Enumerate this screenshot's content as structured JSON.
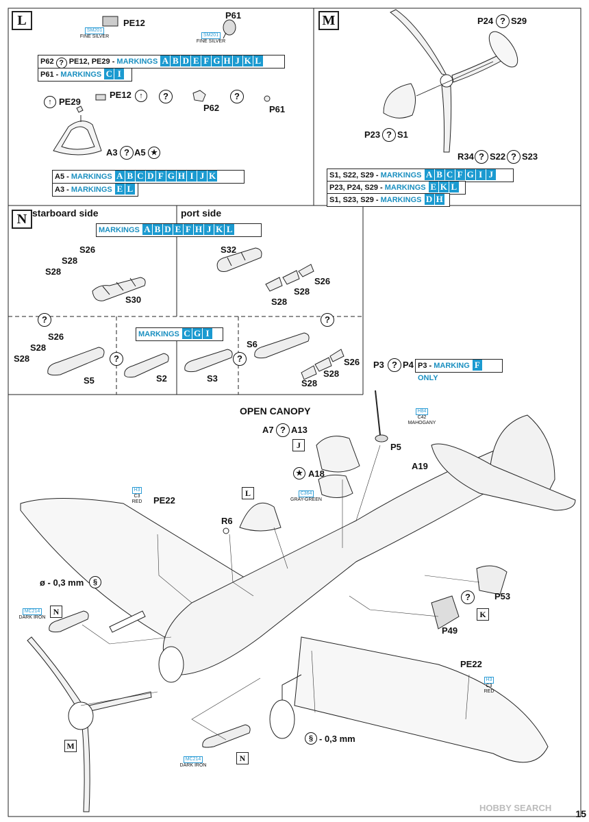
{
  "colors": {
    "accent": "#1b9ad0",
    "line": "#222222"
  },
  "sections": {
    "L": "L",
    "M": "M",
    "N": "N",
    "J": "J",
    "K": "K"
  },
  "paints": {
    "sm201_code": "SM201",
    "sm201_name": "FINE SILVER",
    "h84": "H84",
    "c42": "C42",
    "mahogany": "MAHOGANY",
    "h3": "H3",
    "c3": "C3",
    "red": "RED",
    "c364": "C364",
    "graygreen": "GRAY-GREEN",
    "mc214": "MC214",
    "darkiron": "DARK IRON"
  },
  "qmark": "?",
  "secL": {
    "pe12": "PE12",
    "p61": "P61",
    "row1": {
      "prefix": "P62",
      "rest": "PE12, PE29 -",
      "word": "MARKINGS",
      "chips": [
        "A",
        "B",
        "D",
        "E",
        "F",
        "G",
        "H",
        "J",
        "K",
        "L"
      ]
    },
    "row2": {
      "prefix": "P61 -",
      "word": "MARKINGS",
      "chips": [
        "C",
        "I"
      ]
    },
    "pe29": "PE29",
    "pe12b": "PE12",
    "p62": "P62",
    "p61b": "P61",
    "a3": "A3",
    "a5": "A5",
    "row3": {
      "prefix": "A5 -",
      "word": "MARKINGS",
      "chips": [
        "A",
        "B",
        "C",
        "D",
        "F",
        "G",
        "H",
        "I",
        "J",
        "K"
      ]
    },
    "row4": {
      "prefix": "A3 -",
      "word": "MARKINGS",
      "chips": [
        "E",
        "L"
      ]
    }
  },
  "secM": {
    "p24": "P24",
    "s29": "S29",
    "p23": "P23",
    "s1": "S1",
    "r34": "R34",
    "s22": "S22",
    "s23": "S23",
    "row1": {
      "prefix": "S1, S22, S29 -",
      "word": "MARKINGS",
      "chips": [
        "A",
        "B",
        "C",
        "F",
        "G",
        "I",
        "J"
      ]
    },
    "row2": {
      "prefix": "P23, P24, S29 -",
      "word": "MARKINGS",
      "chips": [
        "E",
        "K",
        "L"
      ]
    },
    "row3": {
      "prefix": "S1, S23, S29 -",
      "word": "MARKINGS",
      "chips": [
        "D",
        "H"
      ]
    }
  },
  "secN": {
    "starboard": "starboard side",
    "port": "port side",
    "mk_top": {
      "word": "MARKINGS",
      "chips": [
        "A",
        "B",
        "D",
        "E",
        "F",
        "H",
        "J",
        "K",
        "L"
      ]
    },
    "mk_mid": {
      "word": "MARKINGS",
      "chips": [
        "C",
        "G",
        "I"
      ]
    },
    "s26a": "S26",
    "s28a": "S28",
    "s28b": "S28",
    "s30": "S30",
    "s32": "S32",
    "s26b": "S26",
    "s28c": "S28",
    "s28d": "S28",
    "s26c": "S26",
    "s28e": "S28",
    "s28f": "S28",
    "s5": "S5",
    "s2": "S2",
    "s3": "S3",
    "s6": "S6",
    "s26d": "S26",
    "s28g": "S28",
    "s28h": "S28"
  },
  "main": {
    "p3": "P3",
    "p4": "P4",
    "p3mk": {
      "prefix": "P3 -",
      "word": "MARKING",
      "chips": [
        "F"
      ],
      "suffix": "ONLY"
    },
    "open_canopy": "OPEN CANOPY",
    "a7": "A7",
    "a13": "A13",
    "p5": "P5",
    "a18": "A18",
    "a19": "A19",
    "pe22a": "PE22",
    "r6": "R6",
    "drill1": "ø - 0,3 mm",
    "drill2": "- 0,3 mm",
    "p53": "P53",
    "p49": "P49",
    "pe22b": "PE22"
  },
  "watermark": "HOBBY SEARCH",
  "page_number": "15"
}
